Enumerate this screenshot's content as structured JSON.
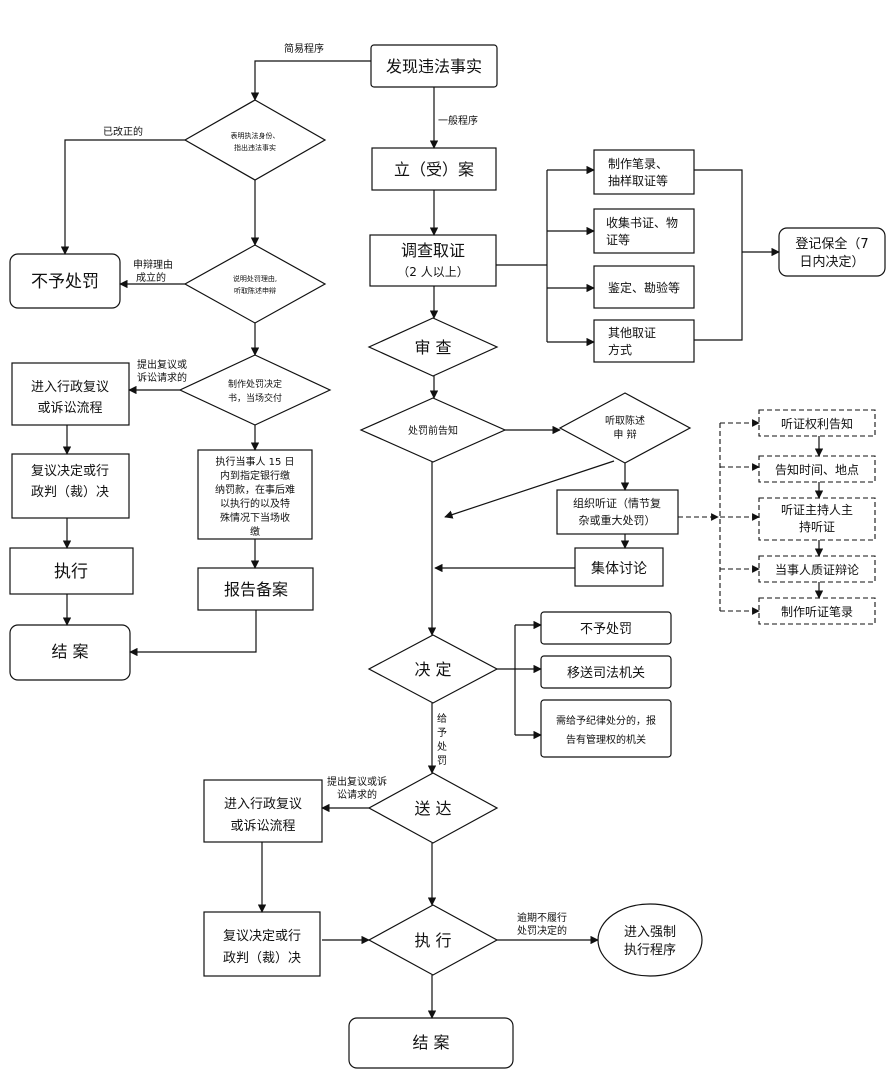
{
  "nodes": {
    "discover": "发现违法事实",
    "simple_check": [
      "表明执法身份、",
      "指出违法事实"
    ],
    "explain": [
      "说明处罚理由,",
      "听取陈述申辩"
    ],
    "decide_doc": [
      "制作处罚决定",
      "书，当场交付"
    ],
    "no_penalty_left": "不予处罚",
    "review_left_1": [
      "进入行政复议",
      "或诉讼流程"
    ],
    "review_left_2": [
      "复议决定或行",
      "政判（裁）决"
    ],
    "execute_left": "执行",
    "close_left": "结  案",
    "pay": [
      "执行当事人 15 日",
      "内到指定银行缴",
      "纳罚款，在事后难",
      "以执行的以及特",
      "殊情况下当场收",
      "缴"
    ],
    "report": "报告备案",
    "file_case": "立（受）案",
    "investigate": [
      "调查取证",
      "（2 人以上）"
    ],
    "evidence": [
      [
        "制作笔录、",
        "抽样取证等"
      ],
      [
        "收集书证、物",
        "证等"
      ],
      [
        "鉴定、勘验等"
      ],
      [
        "其他取证",
        "方式"
      ]
    ],
    "preserve": [
      "登记保全（7",
      "日内决定）"
    ],
    "examine": "审  查",
    "notify": "处罚前告知",
    "hear_statement": [
      "听取陈述",
      "申  辩"
    ],
    "hearing": [
      "组织听证（情节复",
      "杂或重大处罚）"
    ],
    "collective": "集体讨论",
    "hearing_steps": [
      "听证权利告知",
      "告知时间、地点",
      [
        "听证主持人主",
        "持听证"
      ],
      "当事人质证辩论",
      "制作听证笔录"
    ],
    "decide": "决  定",
    "outcomes": [
      "不予处罚",
      "移送司法机关",
      [
        "需给予纪律处分的，报",
        "告有管理权的机关"
      ]
    ],
    "deliver": "送  达",
    "review_right_1": [
      "进入行政复议",
      "或诉讼流程"
    ],
    "review_right_2": [
      "复议决定或行",
      "政判（裁）决"
    ],
    "execute_right": "执  行",
    "enforce": [
      "进入强制",
      "执行程序"
    ],
    "close_right": "结  案"
  },
  "labels": {
    "simple_proc": "简易程序",
    "general_proc": "一般程序",
    "corrected": "已改正的",
    "defense_valid": [
      "申辩理由",
      "成立的"
    ],
    "appeal_left": [
      "提出复议或",
      "诉讼请求的"
    ],
    "impose": [
      "给",
      "予",
      "处",
      "罚"
    ],
    "appeal_right": [
      "提出复议或诉",
      "讼请求的"
    ],
    "overdue": [
      "逾期不履行",
      "处罚决定的"
    ]
  }
}
